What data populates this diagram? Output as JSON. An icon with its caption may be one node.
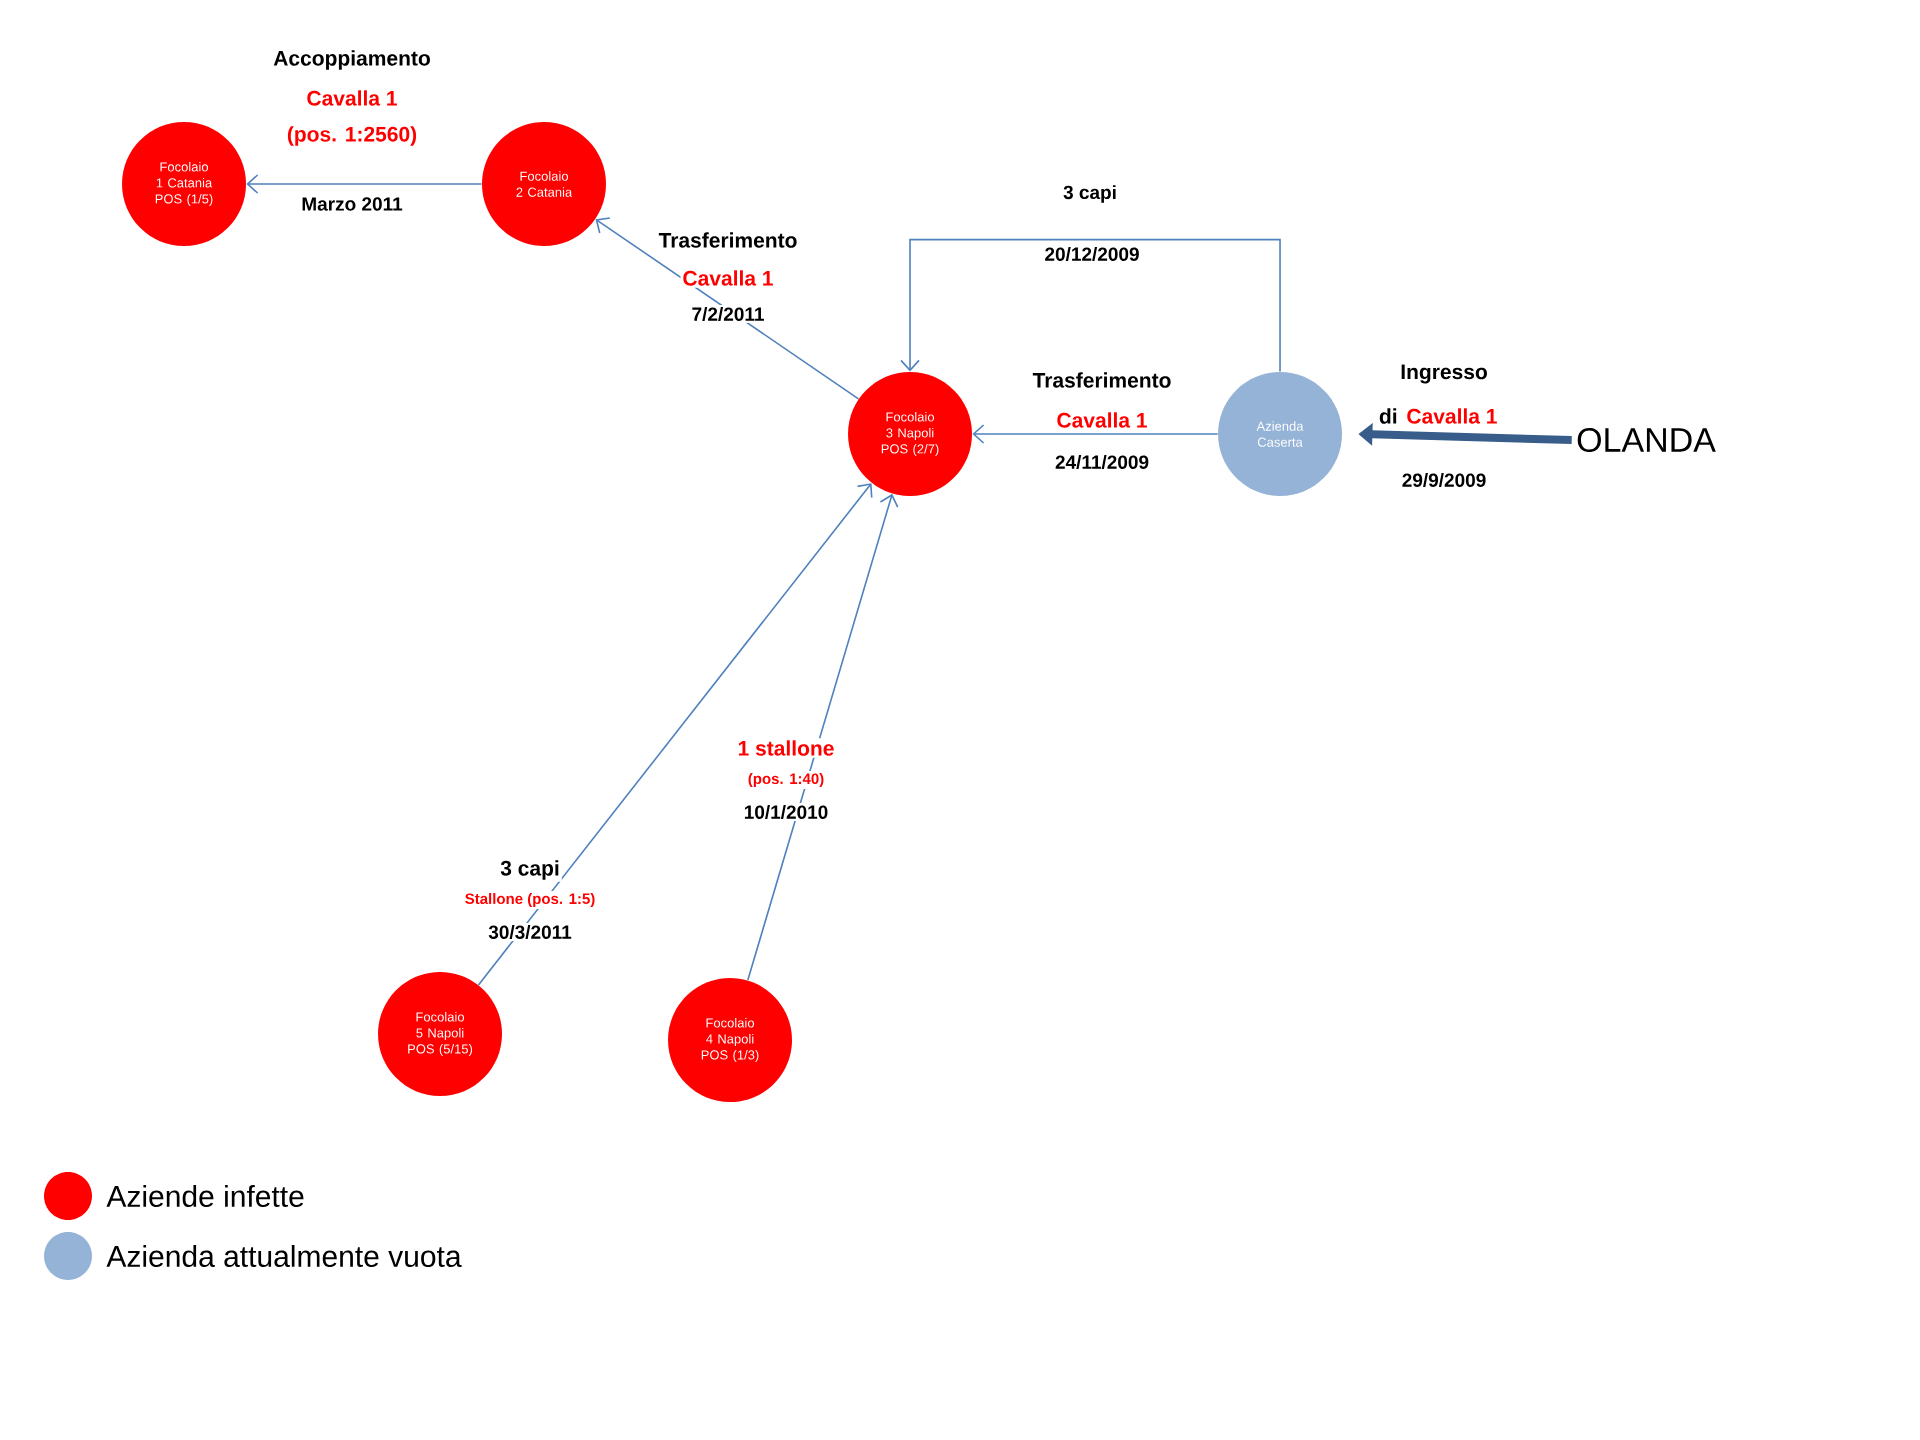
{
  "diagram": {
    "nodes": [
      {
        "text": [
          "Focolaio 1 Catania POS (1/5)"
        ]
      },
      {
        "text": [
          "Focolaio 2 Catania"
        ]
      },
      {
        "text": [
          "Focolaio 3 Napoli POS (2/7)"
        ]
      },
      {
        "text": [
          "Azienda Caserta"
        ]
      },
      {
        "text": [
          "OLANDA"
        ]
      },
      {
        "text": [
          "Focolaio 5 Napoli POS (5/15)"
        ]
      },
      {
        "text": [
          "Focolaio 4 Napoli POS (1/3)"
        ]
      }
    ],
    "edges": [
      {
        "from": 1,
        "to": 0,
        "arrow": "to",
        "label": "Marzo 2011"
      },
      {
        "from": 2,
        "to": 1,
        "arrow": "to",
        "label": "7/2/2011"
      },
      {
        "from": 3,
        "to": 2,
        "arrow": "to",
        "label": "24/11/2009"
      },
      {
        "from": 3,
        "to": 2,
        "arrow": "to",
        "label": "20/12/2009"
      },
      {
        "from": 4,
        "to": 3,
        "arrow": "to",
        "label": "29/9/2009",
        "style": "thick",
        "color": "#385d8a"
      },
      {
        "from": 5,
        "to": 2,
        "arrow": "to",
        "label": "30/3/2011"
      },
      {
        "from": 6,
        "to": 2,
        "arrow": "to",
        "label": "10/1/2010"
      }
    ],
    "labels": [
      "Accoppiamento",
      "Cavalla 1",
      "(pos. 1:2560)",
      "Trasferimento",
      "Cavalla 1",
      "Trasferimento",
      "Cavalla 1",
      "3 capi",
      "Ingresso",
      "di",
      "Cavalla 1",
      "3 capi",
      "Stallone (pos. 1:5)",
      "1 stallone",
      "(pos. 1:40)"
    ],
    "legend": [
      {
        "text": "Aziende infette",
        "color": "#ff0000"
      },
      {
        "text": "Azienda attualmente vuota",
        "color": "#95b3d7"
      }
    ]
  }
}
